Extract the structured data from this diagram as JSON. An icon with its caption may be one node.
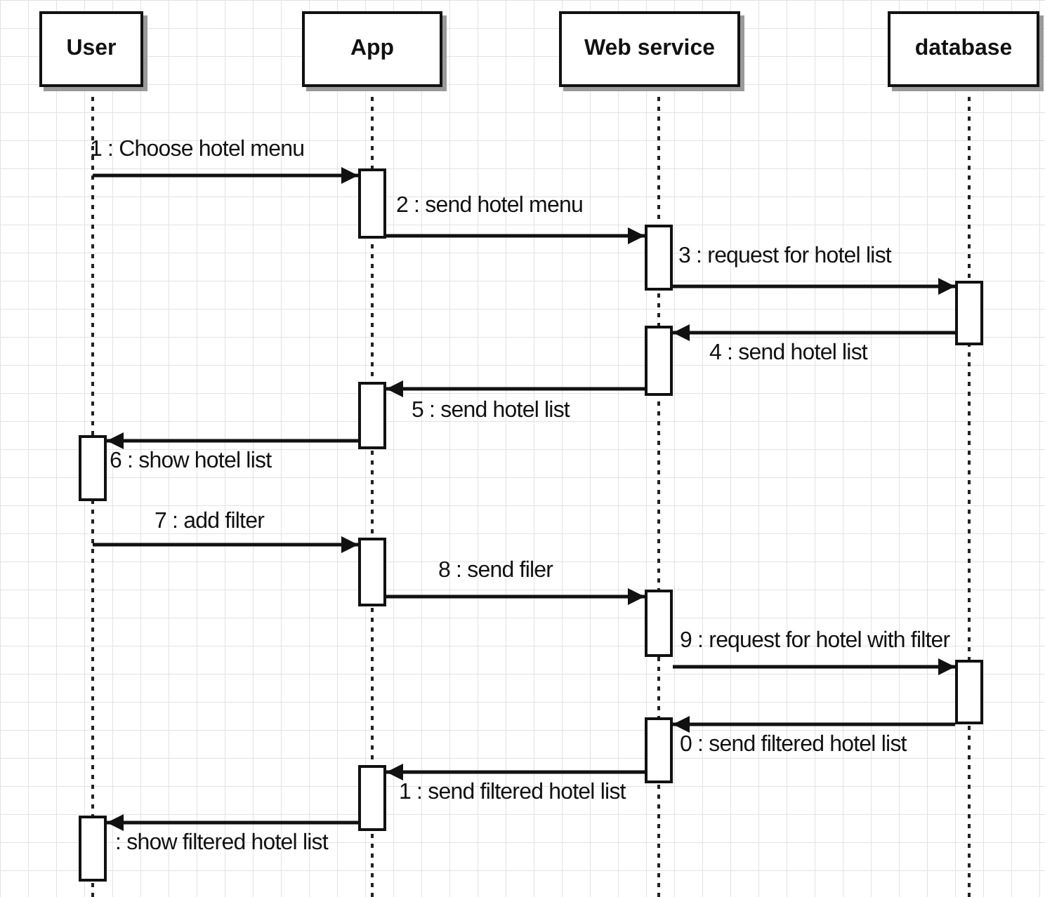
{
  "diagram": {
    "nodes": [
      {
        "text": [
          "User"
        ]
      },
      {
        "text": [
          "App"
        ]
      },
      {
        "text": [
          "Web service"
        ]
      },
      {
        "text": [
          "database"
        ]
      },
      {
        "text": [],
        "shape": "box"
      },
      {
        "text": [],
        "shape": "box"
      },
      {
        "text": [],
        "shape": "box"
      },
      {
        "text": [],
        "shape": "box"
      },
      {
        "text": [],
        "shape": "box"
      },
      {
        "text": [],
        "shape": "box"
      },
      {
        "text": [],
        "shape": "box"
      },
      {
        "text": [],
        "shape": "box"
      },
      {
        "text": [],
        "shape": "box"
      },
      {
        "text": [],
        "shape": "box"
      },
      {
        "text": [],
        "shape": "box"
      },
      {
        "text": [],
        "shape": "box"
      }
    ],
    "edges": [
      {
        "from": null,
        "to": 4,
        "arrow": "to",
        "label": "1 : Choose hotel menu"
      },
      {
        "from": 4,
        "to": 5,
        "arrow": "to",
        "label": "2 : send hotel menu"
      },
      {
        "from": 5,
        "to": 6,
        "arrow": "to",
        "label": "3 : request for hotel list"
      },
      {
        "from": 6,
        "to": 7,
        "arrow": "to",
        "label": "4 : send hotel list"
      },
      {
        "from": 7,
        "to": 8,
        "arrow": "to",
        "label": "5 : send hotel list"
      },
      {
        "from": 8,
        "to": 9,
        "arrow": "to",
        "label": "6 : show hotel list"
      },
      {
        "from": null,
        "to": 10,
        "arrow": "to",
        "label": "7 : add filter"
      },
      {
        "from": 10,
        "to": 11,
        "arrow": "to",
        "label": "8 : send filer"
      },
      {
        "from": 11,
        "to": 12,
        "arrow": "to",
        "label": "9 : request for hotel with filter"
      },
      {
        "from": 12,
        "to": 13,
        "arrow": "to",
        "label": "0 : send filtered hotel list"
      },
      {
        "from": 13,
        "to": 14,
        "arrow": "to",
        "label": "1 : send filtered hotel list"
      },
      {
        "from": 14,
        "to": 15,
        "arrow": "to",
        "label": ": show filtered hotel list"
      }
    ]
  }
}
